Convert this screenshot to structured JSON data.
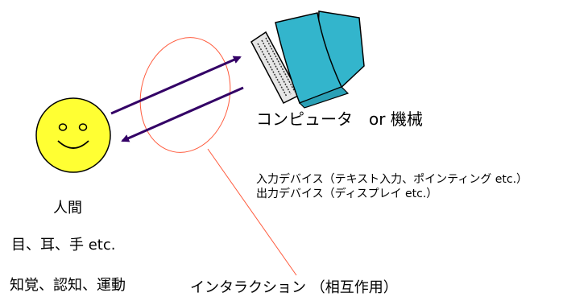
{
  "labels": {
    "computer": "コンピュータ　or 機械",
    "human": "人間",
    "senses": "目、耳、手 etc.",
    "functions": "知覚、認知、運動",
    "interaction": "インタラクション （相互作用）",
    "input_devices": "入力デバイス（テキスト入力、ポインティング etc.）",
    "output_devices": "出力デバイス（ディスプレイ etc.）"
  },
  "colors": {
    "face_fill": "#ffff33",
    "arrow": "#330066",
    "ellipse": "#ff5a3c",
    "monitor": "#33b5cc",
    "outline": "#000000"
  },
  "icons": {
    "human": "smiley-face-icon",
    "computer": "computer-terminal-icon"
  }
}
